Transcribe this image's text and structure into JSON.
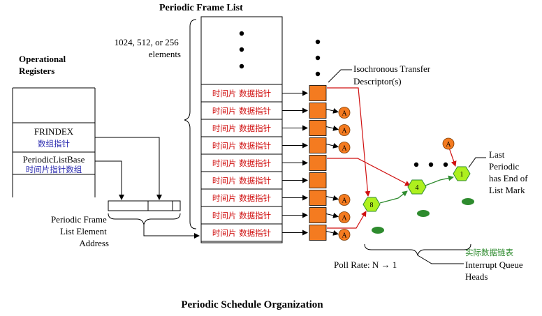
{
  "title": "Periodic Schedule Organization",
  "frame_list": {
    "title": "Periodic Frame List",
    "size_note_line1": "1024, 512, or 256",
    "size_note_line2": "elements",
    "entry_label": "时间片 数据指针"
  },
  "op_registers": {
    "title_line1": "Operational",
    "title_line2": "Registers",
    "frindex": "FRINDEX",
    "frindex_cn": "数组指针",
    "base": "PeriodicListBase",
    "base_cn": "时间片指针数组"
  },
  "element_address": {
    "line1": "Periodic Frame",
    "line2": "List Element",
    "line3": "Address"
  },
  "itd_label_line1": "Isochronous Transfer",
  "itd_label_line2": "Descriptor(s)",
  "last_periodic": {
    "line1": "Last",
    "line2": "Periodic",
    "line3": "has End of",
    "line4": "List Mark"
  },
  "node_labels": {
    "a": "A",
    "n8": "8",
    "n4": "4",
    "n1": "1"
  },
  "actual_list_cn": "实际数据链表",
  "poll_rate": "Poll Rate: N → 1",
  "interrupt_qh_line1": "Interrupt Queue",
  "interrupt_qh_line2": "Heads",
  "colors": {
    "orange": "#f47b20",
    "red": "#d01010",
    "green": "#2e8b2e",
    "node_green": "#aef01e",
    "blue": "#2b2bb0"
  }
}
